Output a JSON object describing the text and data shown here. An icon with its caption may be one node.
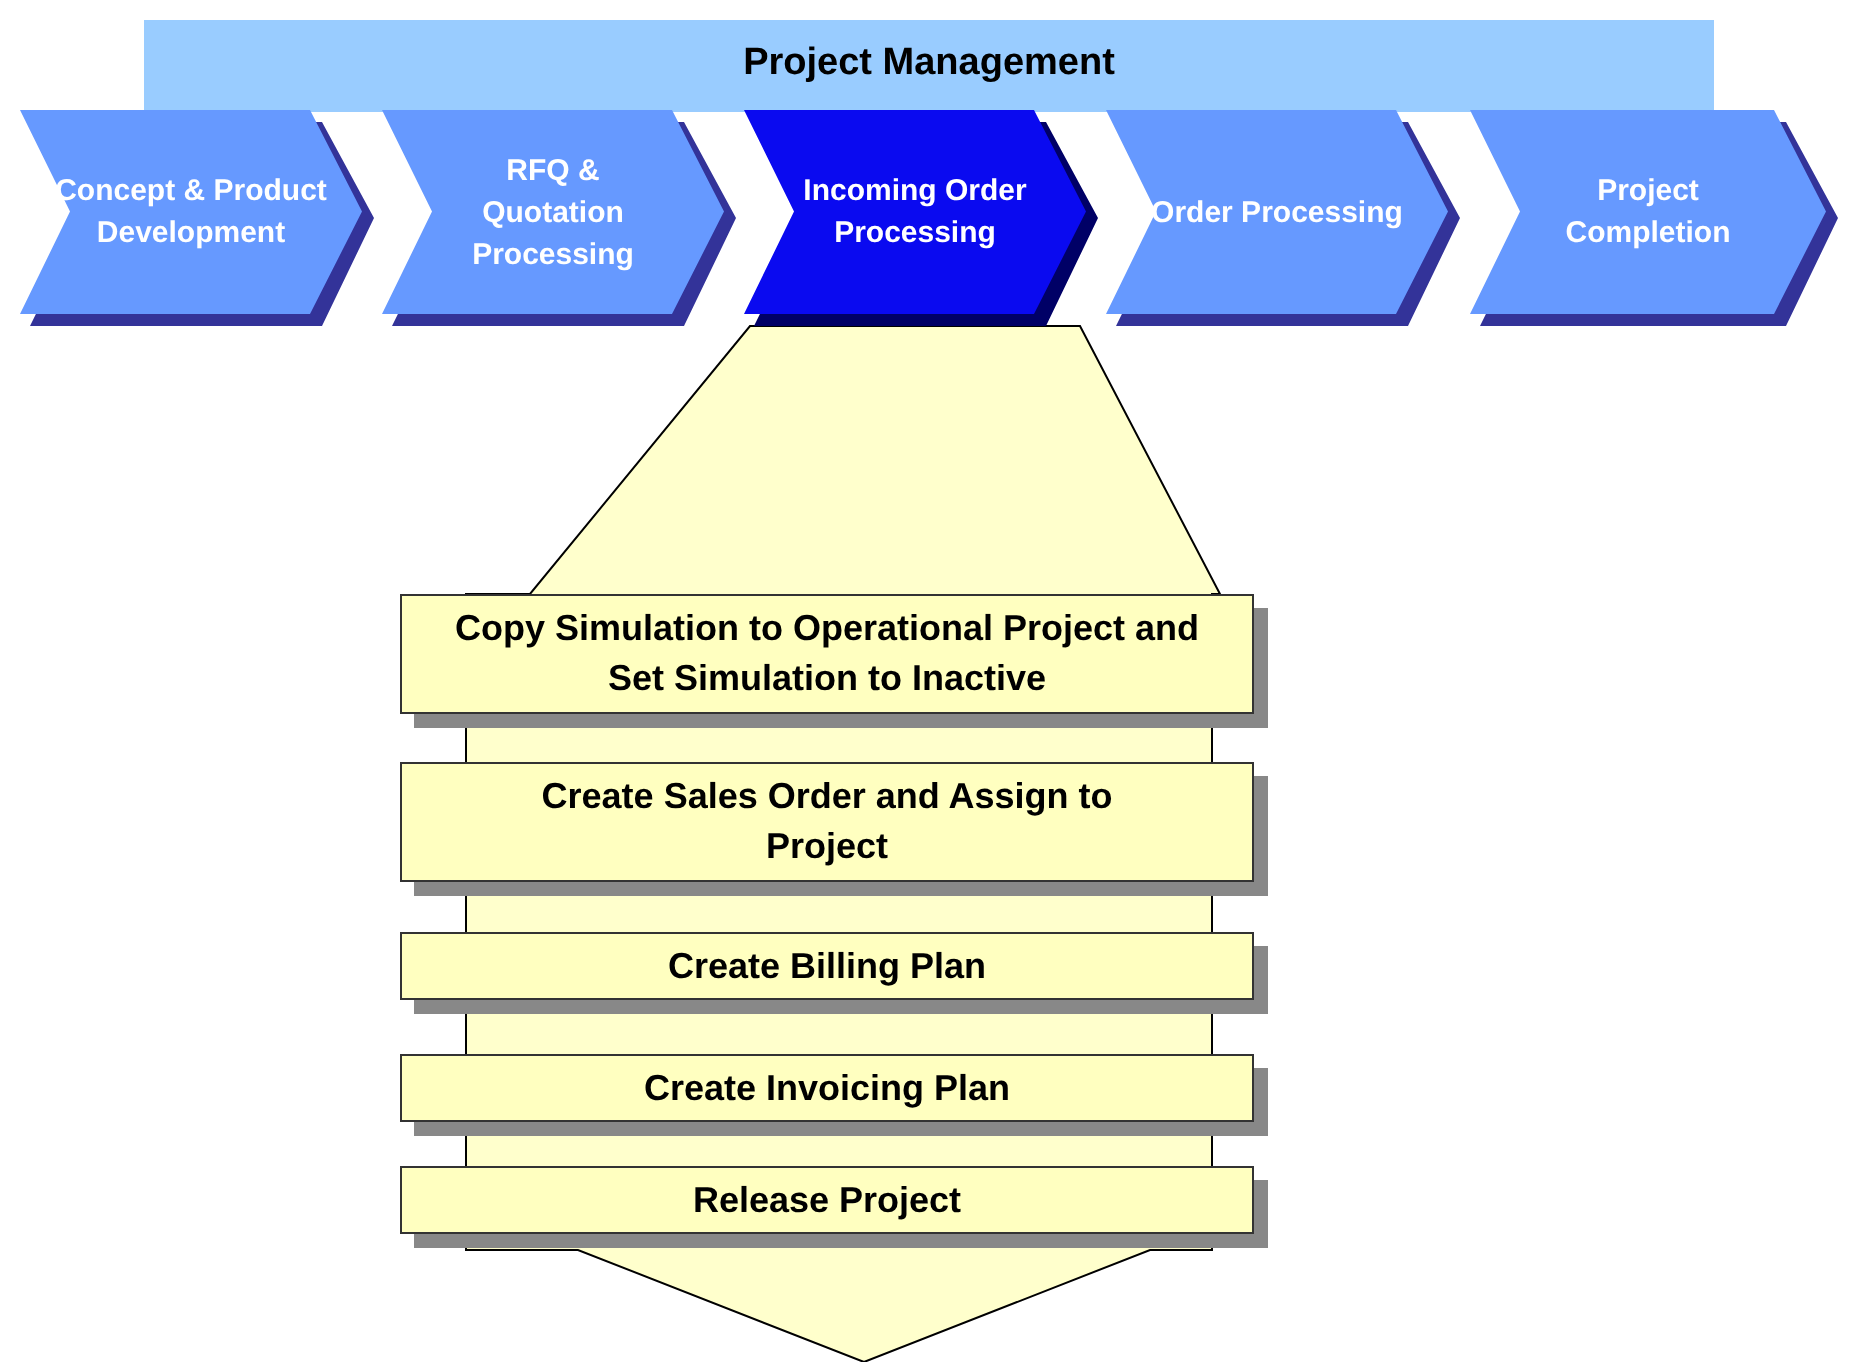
{
  "diagram": {
    "nodes": [
      {
        "text": [
          "Project Management"
        ]
      },
      {
        "text": [
          "Concept & Product Development"
        ]
      },
      {
        "text": [
          "RFQ & Quotation Processing"
        ]
      },
      {
        "text": [
          "Incoming Order Processing"
        ]
      },
      {
        "text": [
          "Order Processing"
        ]
      },
      {
        "text": [
          "Project Completion"
        ]
      },
      {
        "text": [
          "Copy Simulation to Operational Project and Set Simulation to Inactive"
        ]
      },
      {
        "text": [
          "Create Sales Order and Assign to Project"
        ]
      },
      {
        "text": [
          "Create Billing Plan"
        ]
      },
      {
        "text": [
          "Create Invoicing Plan"
        ]
      },
      {
        "text": [
          "Release Project"
        ]
      }
    ]
  }
}
